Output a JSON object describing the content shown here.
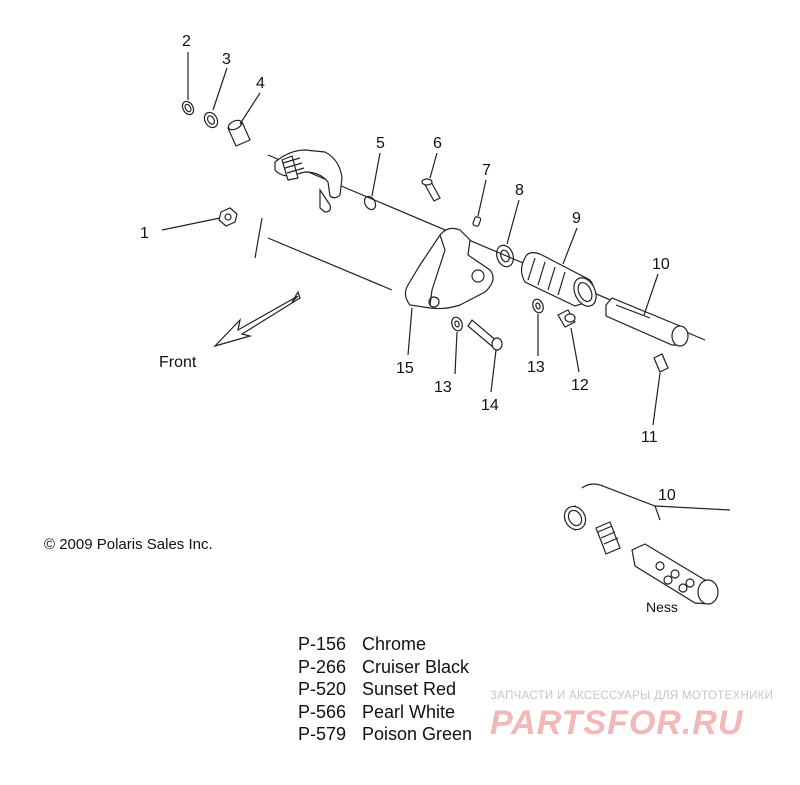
{
  "callouts": [
    {
      "id": "c1",
      "label": "1"
    },
    {
      "id": "c2",
      "label": "2"
    },
    {
      "id": "c3",
      "label": "3"
    },
    {
      "id": "c4",
      "label": "4"
    },
    {
      "id": "c5",
      "label": "5"
    },
    {
      "id": "c6",
      "label": "6"
    },
    {
      "id": "c7",
      "label": "7"
    },
    {
      "id": "c8",
      "label": "8"
    },
    {
      "id": "c9",
      "label": "9"
    },
    {
      "id": "c10",
      "label": "10"
    },
    {
      "id": "c11",
      "label": "11"
    },
    {
      "id": "c12",
      "label": "12"
    },
    {
      "id": "c13a",
      "label": "13"
    },
    {
      "id": "c13b",
      "label": "13"
    },
    {
      "id": "c14",
      "label": "14"
    },
    {
      "id": "c15",
      "label": "15"
    },
    {
      "id": "c10b",
      "label": "10"
    }
  ],
  "front_label": "Front",
  "ness_label": "Ness",
  "copyright": "© 2009 Polaris Sales Inc.",
  "legend": [
    {
      "code": "P-156",
      "name": "Chrome"
    },
    {
      "code": "P-266",
      "name": "Cruiser Black"
    },
    {
      "code": "P-520",
      "name": "Sunset Red"
    },
    {
      "code": "P-566",
      "name": "Pearl White"
    },
    {
      "code": "P-579",
      "name": "Poison Green"
    }
  ],
  "watermark": {
    "tagline": "ЗАПЧАСТИ И АКСЕССУАРЫ ДЛЯ МОТОТЕХНИКИ",
    "logo": "PARTSFOR.RU"
  }
}
